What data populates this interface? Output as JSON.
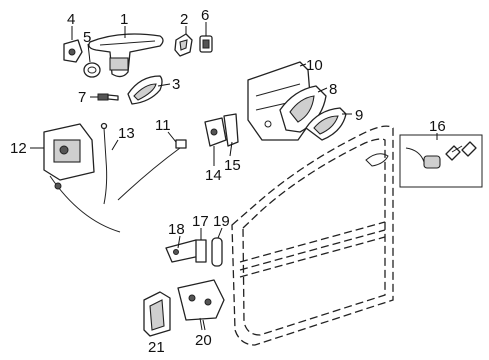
{
  "diagram": {
    "type": "exploded-parts",
    "callouts": [
      "1",
      "2",
      "3",
      "4",
      "5",
      "6",
      "7",
      "8",
      "9",
      "10",
      "11",
      "12",
      "13",
      "14",
      "15",
      "16",
      "17",
      "18",
      "19",
      "20",
      "21"
    ]
  }
}
